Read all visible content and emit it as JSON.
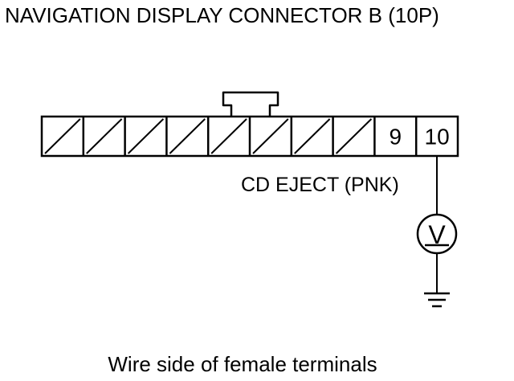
{
  "title": "NAVIGATION DISPLAY CONNECTOR B (10P)",
  "connector": {
    "cavities": [
      {
        "label": "",
        "unused": true
      },
      {
        "label": "",
        "unused": true
      },
      {
        "label": "",
        "unused": true
      },
      {
        "label": "",
        "unused": true
      },
      {
        "label": "",
        "unused": true
      },
      {
        "label": "",
        "unused": true
      },
      {
        "label": "",
        "unused": true
      },
      {
        "label": "",
        "unused": true
      },
      {
        "label": "9",
        "unused": false
      },
      {
        "label": "10",
        "unused": false
      }
    ]
  },
  "wire_label": "CD EJECT (PNK)",
  "meter_symbol": "V",
  "ground_icon": "ground-symbol-icon",
  "caption": "Wire side of female terminals"
}
